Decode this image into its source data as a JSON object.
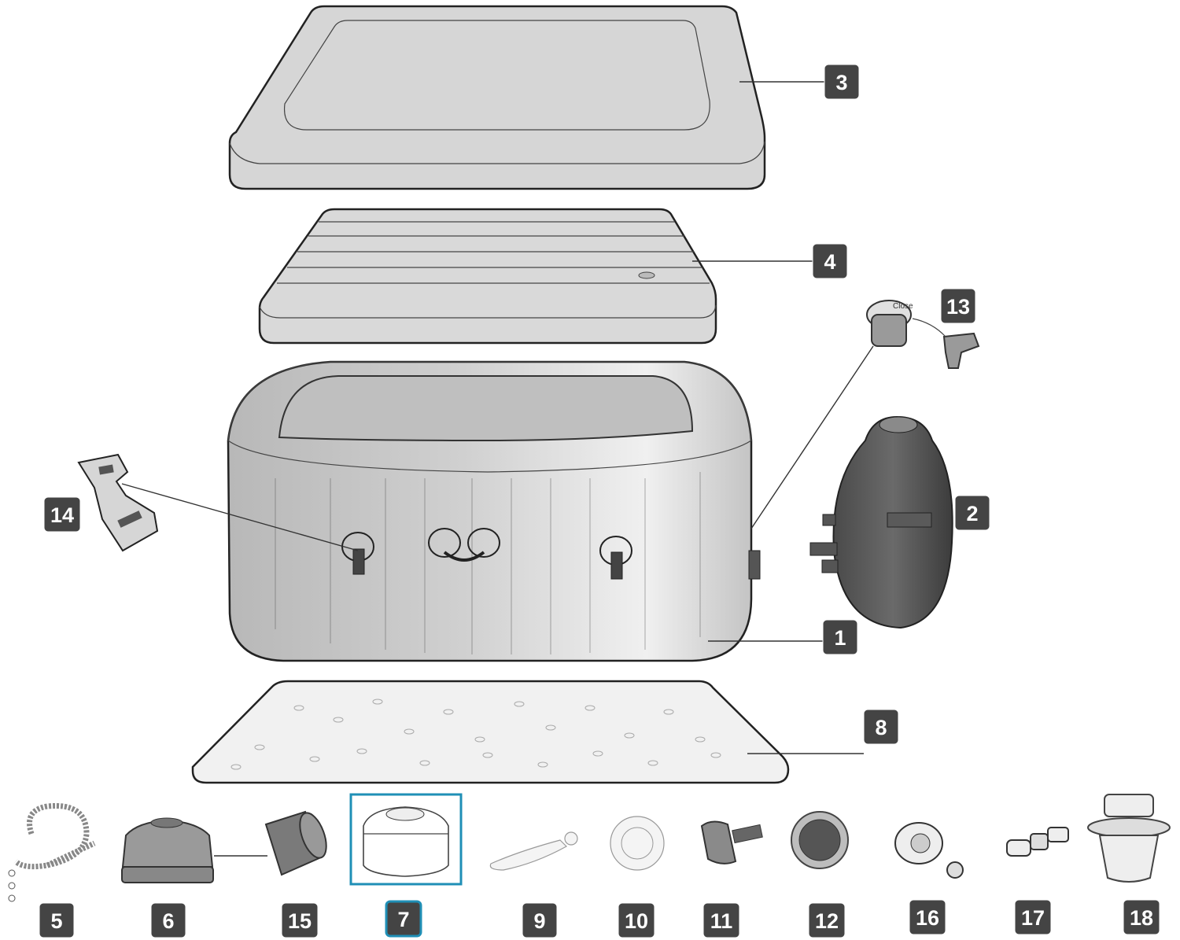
{
  "diagram": {
    "colors": {
      "badge_bg": "#444444",
      "badge_text": "#ffffff",
      "selection_frame": "#1f8fb6",
      "part_fill": "#d7d7d7",
      "part_stroke": "#222222"
    },
    "labels": {
      "p1": "1",
      "p2": "2",
      "p3": "3",
      "p4": "4",
      "p5": "5",
      "p6": "6",
      "p7": "7",
      "p8": "8",
      "p9": "9",
      "p10": "10",
      "p11": "11",
      "p12": "12",
      "p13": "13",
      "p14": "14",
      "p15": "15",
      "p16": "16",
      "p17": "17",
      "p18": "18"
    },
    "valve_text": "Close",
    "selected_part": "7"
  }
}
